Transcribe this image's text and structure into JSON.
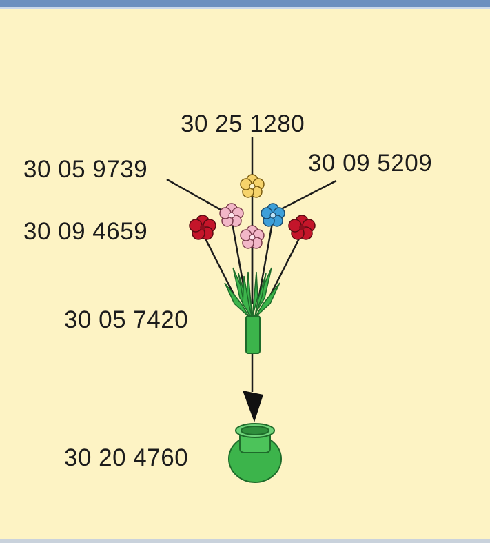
{
  "labels": {
    "top_flower": "30 25 1280",
    "left_upper_flower": "30 05 9739",
    "right_upper_flower": "30 09 5209",
    "left_red_flower": "30 09 4659",
    "bouquet": "30 05 7420",
    "vase": "30 20 4760"
  },
  "colors": {
    "background": "#fdf3c4",
    "yellow_flower": "#f6d36b",
    "pink_flower": "#f2b7c8",
    "blue_flower": "#3d9fd9",
    "red_flower": "#c4152a",
    "green": "#3cb44b",
    "line": "#1c1c1c"
  },
  "icons": {
    "yellow_flower": "flower-icon",
    "pink_flower": "flower-icon",
    "blue_flower": "flower-icon",
    "red_flower": "flower-icon",
    "bouquet": "bouquet-stems-icon",
    "vase": "vase-icon",
    "arrow": "arrow-down-icon"
  }
}
